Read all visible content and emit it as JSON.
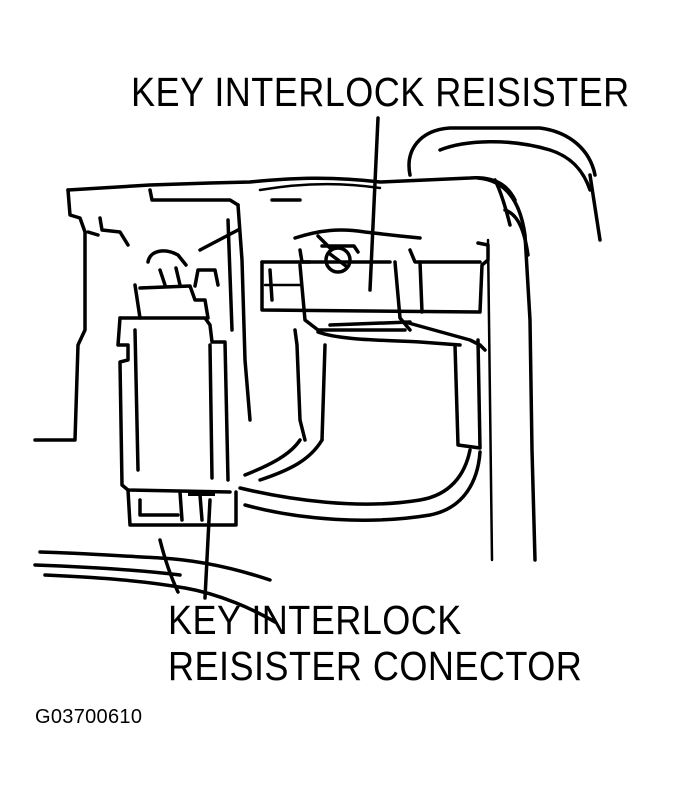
{
  "labels": {
    "resistor": "KEY INTERLOCK REISISTER",
    "connector_line1": "KEY INTERLOCK",
    "connector_line2": "REISISTER CONECTOR",
    "figure_id": "G03700610"
  },
  "colors": {
    "ink": "#000000",
    "background": "#ffffff"
  }
}
